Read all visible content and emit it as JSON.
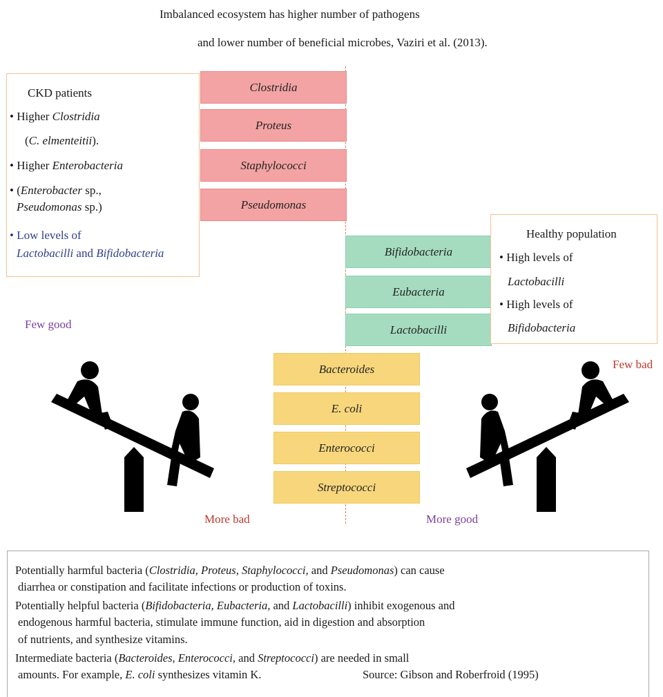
{
  "title": {
    "line1": "Imbalanced ecosystem has higher number of pathogens",
    "line2": "and lower number of beneficial microbes, Vaziri et al. (2013)."
  },
  "harmful_bacteria": [
    "Clostridia",
    "Proteus",
    "Staphylococci",
    "Pseudomonas"
  ],
  "helpful_bacteria": [
    "Bifidobacteria",
    "Eubacteria",
    "Lactobacilli"
  ],
  "intermediate_bacteria": [
    "Bacteroides",
    "E. coli",
    "Enterococci",
    "Streptococci"
  ],
  "ckd_box": {
    "heading": "CKD patients",
    "bullet": "•",
    "item1_a": "Higher ",
    "item1_b": "Clostridia",
    "item1_c_open": "(",
    "item1_c": "C. elmenteitii",
    "item1_c_close": ").",
    "item2_a": "Higher ",
    "item2_b": "Enterobacteria",
    "item3_open": "(",
    "item3_a": "Enterobacter",
    "item3_b": " sp.,",
    "item3_c": "Pseudomonas",
    "item3_d": " sp.)",
    "item4_a": "Low levels of",
    "item4_b": "Lactobacilli",
    "item4_c": " and ",
    "item4_d": "Bifidobacteria"
  },
  "healthy_box": {
    "heading": "Healthy population",
    "bullet": "•",
    "item1_a": "High levels of",
    "item1_b": "Lactobacilli",
    "item2_a": "High levels of",
    "item2_b": "Bifidobacteria"
  },
  "labels": {
    "few_good": "Few good",
    "few_bad": "Few bad",
    "more_bad": "More bad",
    "more_good": "More good"
  },
  "notes": {
    "p1_a": "Potentially harmful bacteria (",
    "p1_b": "Clostridia, Proteus, Staphylococci,",
    "p1_c": " and ",
    "p1_d": "Pseudomonas",
    "p1_e": ") can cause",
    "p1_line2": "diarrhea or constipation and facilitate infections or production of toxins.",
    "p2_a": "Potentially helpful bacteria (",
    "p2_b": "Bifidobacteria, Eubacteria,",
    "p2_c": " and ",
    "p2_d": "Lactobacilli",
    "p2_e": ") inhibit exogenous and",
    "p2_line2": "endogenous harmful bacteria, stimulate immune function, aid in digestion and absorption",
    "p2_line3": "of nutrients, and synthesize vitamins.",
    "p3_a": "Intermediate bacteria (",
    "p3_b": "Bacteroides, Enterococci,",
    "p3_c": " and ",
    "p3_d": "Streptococci",
    "p3_e": ") are needed in small",
    "p3_line2_a": "amounts. For example, ",
    "p3_line2_b": "E. coli",
    "p3_line2_c": " synthesizes vitamin K.",
    "source": "Source: Gibson and Roberfroid (1995)"
  },
  "colors": {
    "harmful": "#f3a3a3",
    "helpful": "#a5dcc0",
    "intermediate": "#f8d77c",
    "box_border": "#f2c28f",
    "bad_text": "#c0392b",
    "good_text": "#7a3f9e",
    "low_levels_text": "#2e3e8c",
    "divider": "#e07a54"
  }
}
